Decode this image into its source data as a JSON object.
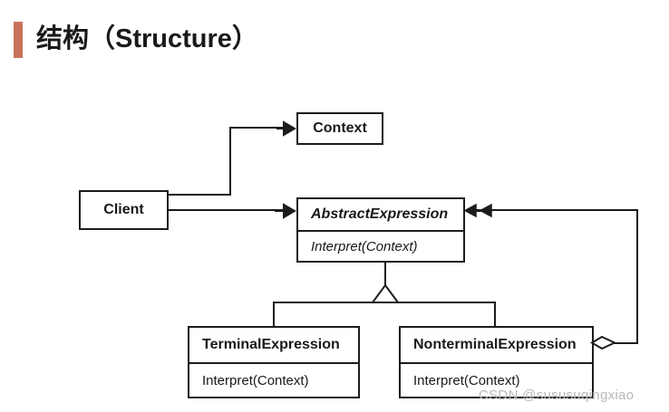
{
  "slide": {
    "title": "结构（Structure）",
    "accent_color": "#c9715c",
    "background_color": "#ffffff",
    "watermark": "CSDN @sususuqingxiao"
  },
  "diagram": {
    "type": "uml-class-diagram",
    "pattern": "Interpreter",
    "line_color": "#1c1c1c",
    "classes": [
      {
        "id": "context",
        "name": "Context",
        "abstract": false,
        "operations": []
      },
      {
        "id": "client",
        "name": "Client",
        "abstract": false,
        "operations": []
      },
      {
        "id": "abstract-expression",
        "name": "AbstractExpression",
        "abstract": true,
        "operations": [
          "Interpret(Context)"
        ]
      },
      {
        "id": "terminal-expression",
        "name": "TerminalExpression",
        "abstract": false,
        "operations": [
          "Interpret(Context)"
        ]
      },
      {
        "id": "nonterminal-expression",
        "name": "NonterminalExpression",
        "abstract": false,
        "operations": [
          "Interpret(Context)"
        ]
      }
    ],
    "relationships": [
      {
        "id": "client-context",
        "from": "client",
        "to": "context",
        "kind": "association-directed"
      },
      {
        "id": "client-abstractexpression",
        "from": "client",
        "to": "abstract-expression",
        "kind": "association-directed"
      },
      {
        "id": "terminal-generalization",
        "from": "terminal-expression",
        "to": "abstract-expression",
        "kind": "generalization"
      },
      {
        "id": "nonterminal-generalization",
        "from": "nonterminal-expression",
        "to": "abstract-expression",
        "kind": "generalization"
      },
      {
        "id": "nonterminal-aggregation",
        "from": "nonterminal-expression",
        "to": "abstract-expression",
        "kind": "aggregation"
      }
    ]
  }
}
